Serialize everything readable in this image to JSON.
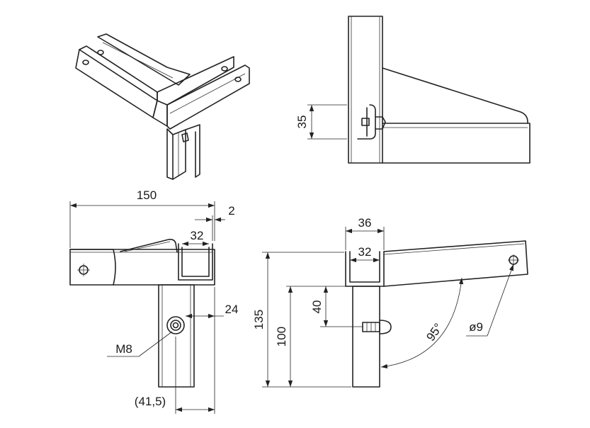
{
  "drawing": {
    "dimensions": {
      "overall_width": "150",
      "wall_thickness": "2",
      "top_inner_width": "32",
      "tube_offset": "24",
      "bolt_thread": "M8",
      "bolt_position": "(41,5)",
      "clamp_height": "35",
      "outer_width": "36",
      "inner_width": "32",
      "total_height": "135",
      "tube_height": "100",
      "bolt_height": "40",
      "angle": "95°",
      "hole_diameter": "ø9"
    }
  }
}
